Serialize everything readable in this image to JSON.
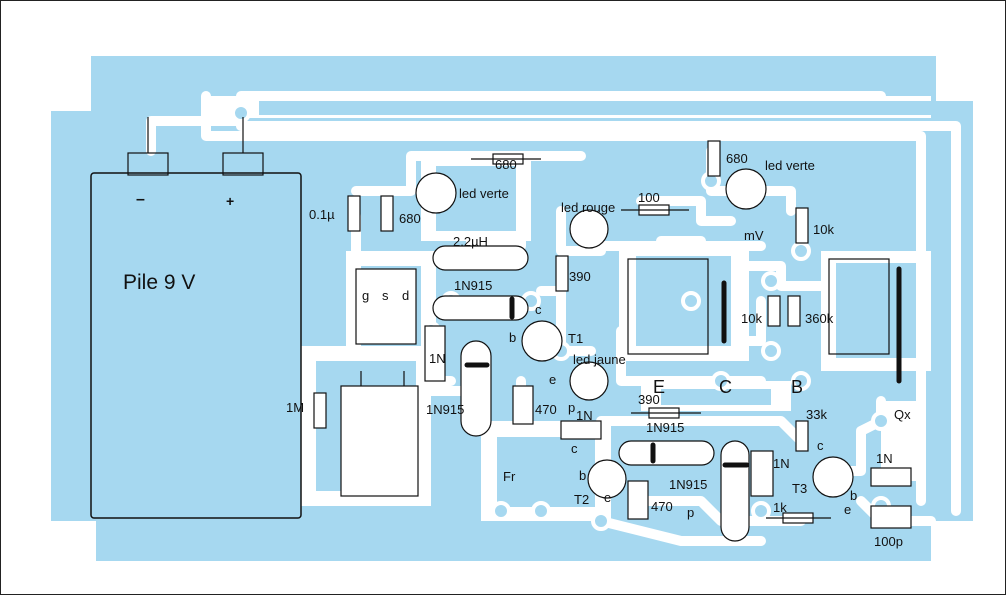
{
  "battery": {
    "title": "Pile 9 V",
    "minus": "–",
    "plus": "+"
  },
  "colors": {
    "board": "#a6d8f0",
    "trace": "#ffffff",
    "ink": "#111111"
  },
  "labels": {
    "c_01": "0.1µ",
    "r_680_a": "680",
    "r_680_top": "680",
    "led_verte_1": "led verte",
    "r_680_right": "680",
    "led_verte_2": "led verte",
    "led_rouge": "led rouge",
    "r_100": "100",
    "l_22": "2.2µH",
    "mv": "mV",
    "r_10k_top": "10k",
    "g": "g",
    "s": "s",
    "d": "d",
    "d_1n915_a": "1N915",
    "c_a": "c",
    "r_390_a": "390",
    "r_10k_mid": "10k",
    "r_360k": "360k",
    "b_a": "b",
    "t1": "T1",
    "d_1n_a": "1N",
    "led_jaune": "led jaune",
    "e_a": "e",
    "big_e": "E",
    "big_c": "C",
    "big_b": "B",
    "r_1m": "1M",
    "d_1n915_b": "1N915",
    "c_470_a": "470",
    "p_a": "p",
    "r_390_b": "390",
    "d_1n_b": "1N",
    "d_1n915_c": "1N915",
    "r_33k": "33k",
    "qx": "Qx",
    "c_b": "c",
    "c_c": "c",
    "fr": "Fr",
    "b_b": "b",
    "t2": "T2",
    "e_b": "e",
    "d_1n915_d": "1N915",
    "d_1n_c": "1N",
    "t3": "T3",
    "d_1n_d": "1N",
    "c_470_b": "470",
    "p_b": "p",
    "r_1k": "1k",
    "e_c": "e",
    "b_c": "b",
    "c_100p": "100p"
  }
}
